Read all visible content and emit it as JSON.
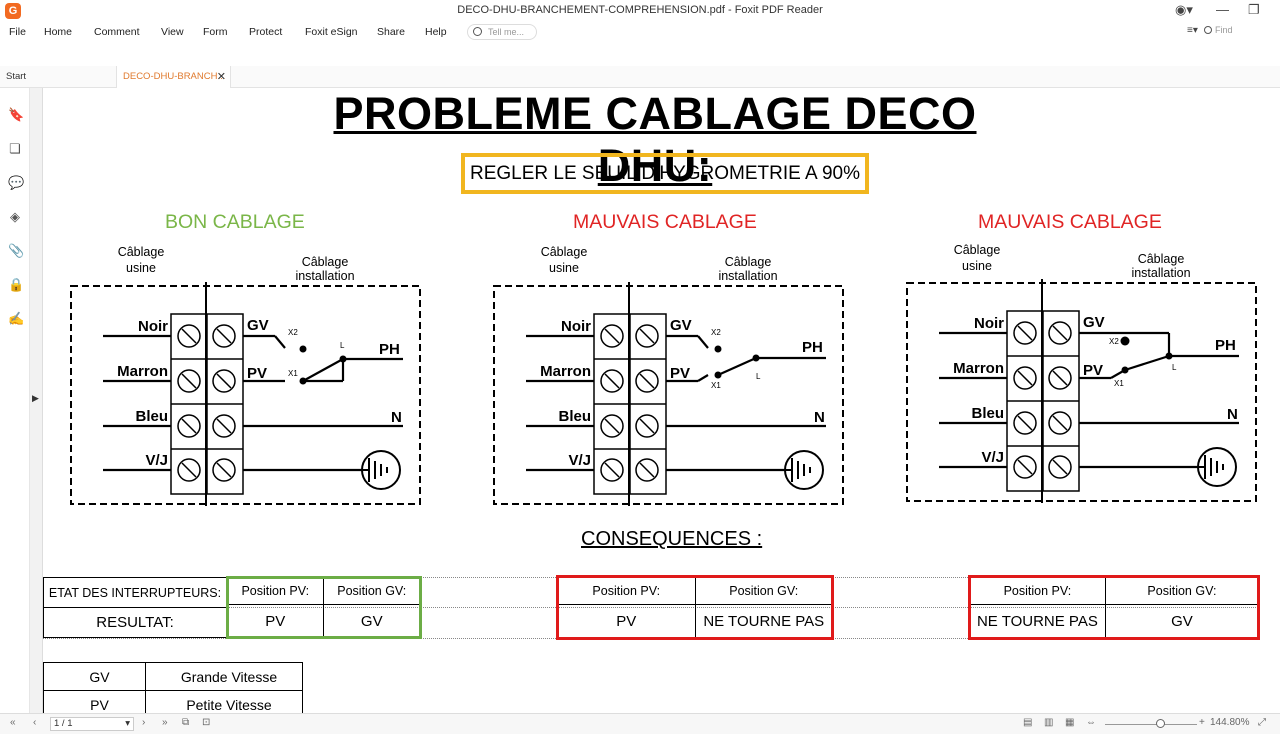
{
  "window": {
    "title": "DECO-DHU-BRANCHEMENT-COMPREHENSION.pdf - Foxit PDF Reader",
    "logo_letter": "G",
    "controls": [
      "user-icon",
      "minimize-icon",
      "restore-icon"
    ]
  },
  "menu": {
    "items": [
      "File",
      "Home",
      "Comment",
      "View",
      "Form",
      "Protect",
      "Foxit eSign",
      "Share",
      "Help"
    ],
    "tellme_placeholder": "Tell me...",
    "find_placeholder": "Find"
  },
  "tabs": {
    "start": "Start",
    "document": "DECO-DHU-BRANCH..."
  },
  "document": {
    "title": "PROBLEME CABLAGE DECO DHU:",
    "threshold_note": "REGLER LE SEUIL D’HYGROMETRIE A 90%",
    "diagrams": [
      {
        "heading": "BON CABLAGE",
        "factory_label": [
          "Câblage",
          "usine"
        ],
        "install_label": [
          "Câblage",
          "installation"
        ],
        "wires": [
          "Noir",
          "Marron",
          "Bleu",
          "V/J"
        ],
        "terminals": [
          "GV",
          "PV",
          "PH",
          "N"
        ],
        "switch_labels": [
          "X2",
          "X1",
          "L"
        ]
      },
      {
        "heading": "MAUVAIS CABLAGE",
        "factory_label": [
          "Câblage",
          "usine"
        ],
        "install_label": [
          "Câblage",
          "installation"
        ],
        "wires": [
          "Noir",
          "Marron",
          "Bleu",
          "V/J"
        ],
        "terminals": [
          "GV",
          "PV",
          "PH",
          "N"
        ],
        "switch_labels": [
          "X2",
          "X1",
          "L"
        ]
      },
      {
        "heading": "MAUVAIS CABLAGE",
        "factory_label": [
          "Câblage",
          "usine"
        ],
        "install_label": [
          "Câblage",
          "installation"
        ],
        "wires": [
          "Noir",
          "Marron",
          "Bleu",
          "V/J"
        ],
        "terminals": [
          "GV",
          "PV",
          "PH",
          "N"
        ],
        "switch_labels": [
          "X2",
          "X1",
          "L"
        ]
      }
    ],
    "consequences_title": "CONSEQUENCES :",
    "row_labels": {
      "etat": "ETAT DES INTERRUPTEURS:",
      "resultat": "RESULTAT:"
    },
    "results": [
      {
        "pv_header": "Position PV:",
        "gv_header": "Position GV:",
        "pv_value": "PV",
        "gv_value": "GV"
      },
      {
        "pv_header": "Position PV:",
        "gv_header": "Position GV:",
        "pv_value": "PV",
        "gv_value": "NE TOURNE PAS"
      },
      {
        "pv_header": "Position PV:",
        "gv_header": "Position GV:",
        "pv_value": "NE TOURNE PAS",
        "gv_value": "GV"
      }
    ],
    "legend": [
      {
        "abbr": "GV",
        "meaning": "Grande Vitesse"
      },
      {
        "abbr": "PV",
        "meaning": "Petite Vitesse"
      }
    ],
    "colors": {
      "good": "#7ab648",
      "bad": "#e02424",
      "note_border": "#f1b61f"
    }
  },
  "statusbar": {
    "page": "1 / 1",
    "zoom": "144.80%"
  }
}
